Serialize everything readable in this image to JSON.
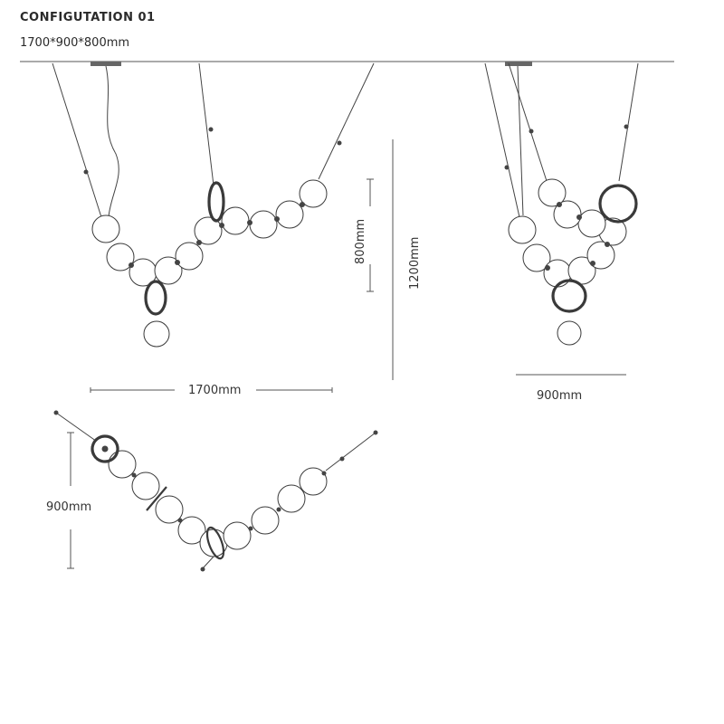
{
  "header": {
    "title": "CONFIGUTATION 01",
    "subtitle": "1700*900*800mm"
  },
  "dimensions": {
    "front_width": "1700mm",
    "height_800": "800mm",
    "height_1200": "1200mm",
    "side_width": "900mm",
    "plan_depth": "900mm"
  }
}
